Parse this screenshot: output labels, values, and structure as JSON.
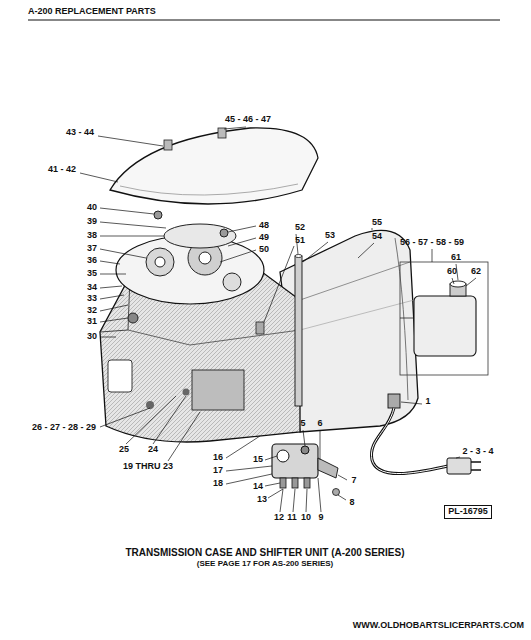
{
  "diagram": {
    "title": "TRANSMISSION CASE AND SHIFTER UNIT (A-200 SERIES)",
    "caption": "(SEE PAGE 17 FOR AS-200 SERIES)",
    "nodes": [
      {
        "text": [
          "PL-16795"
        ]
      }
    ],
    "labels": [
      "A-200 REPLACEMENT PARTS",
      "43 - 44",
      "45 - 46 - 47",
      "41 - 42",
      "40",
      "39",
      "38",
      "37",
      "36",
      "35",
      "34",
      "33",
      "32",
      "31",
      "30",
      "48",
      "49",
      "50",
      "52",
      "51",
      "53",
      "55",
      "54",
      "56 - 57 - 58 - 59",
      "61",
      "60",
      "62",
      "1",
      "2 - 3 - 4",
      "26 - 27 - 28 - 29",
      "25",
      "24",
      "19 THRU 23",
      "16",
      "17",
      "18",
      "15",
      "6",
      "5",
      "14",
      "13",
      "12",
      "11",
      "10",
      "9",
      "8",
      "7",
      "WWW.OLDHOBARTSLICERPARTS.COM"
    ]
  }
}
